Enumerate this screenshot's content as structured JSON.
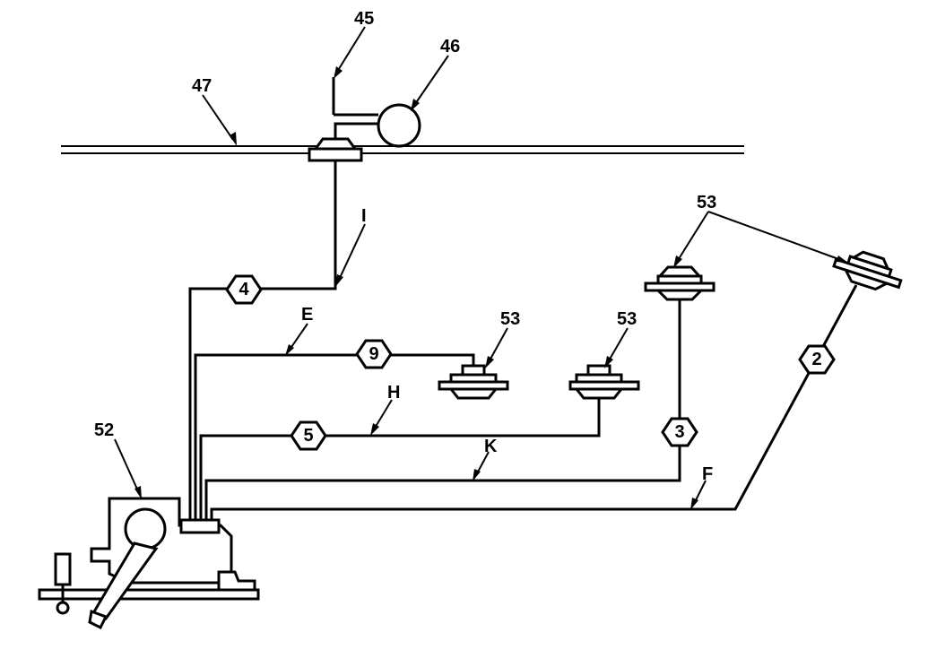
{
  "callouts": {
    "c45": "45",
    "c46": "46",
    "c47": "47",
    "line_i": "I",
    "line_e": "E",
    "line_h": "H",
    "line_k": "K",
    "line_f": "F",
    "c52": "52",
    "c53_top": "53",
    "c53_mid_left": "53",
    "c53_mid_right": "53"
  },
  "hex_markers": {
    "h4": "4",
    "h9": "9",
    "h5": "5",
    "h3": "3",
    "h2": "2"
  }
}
